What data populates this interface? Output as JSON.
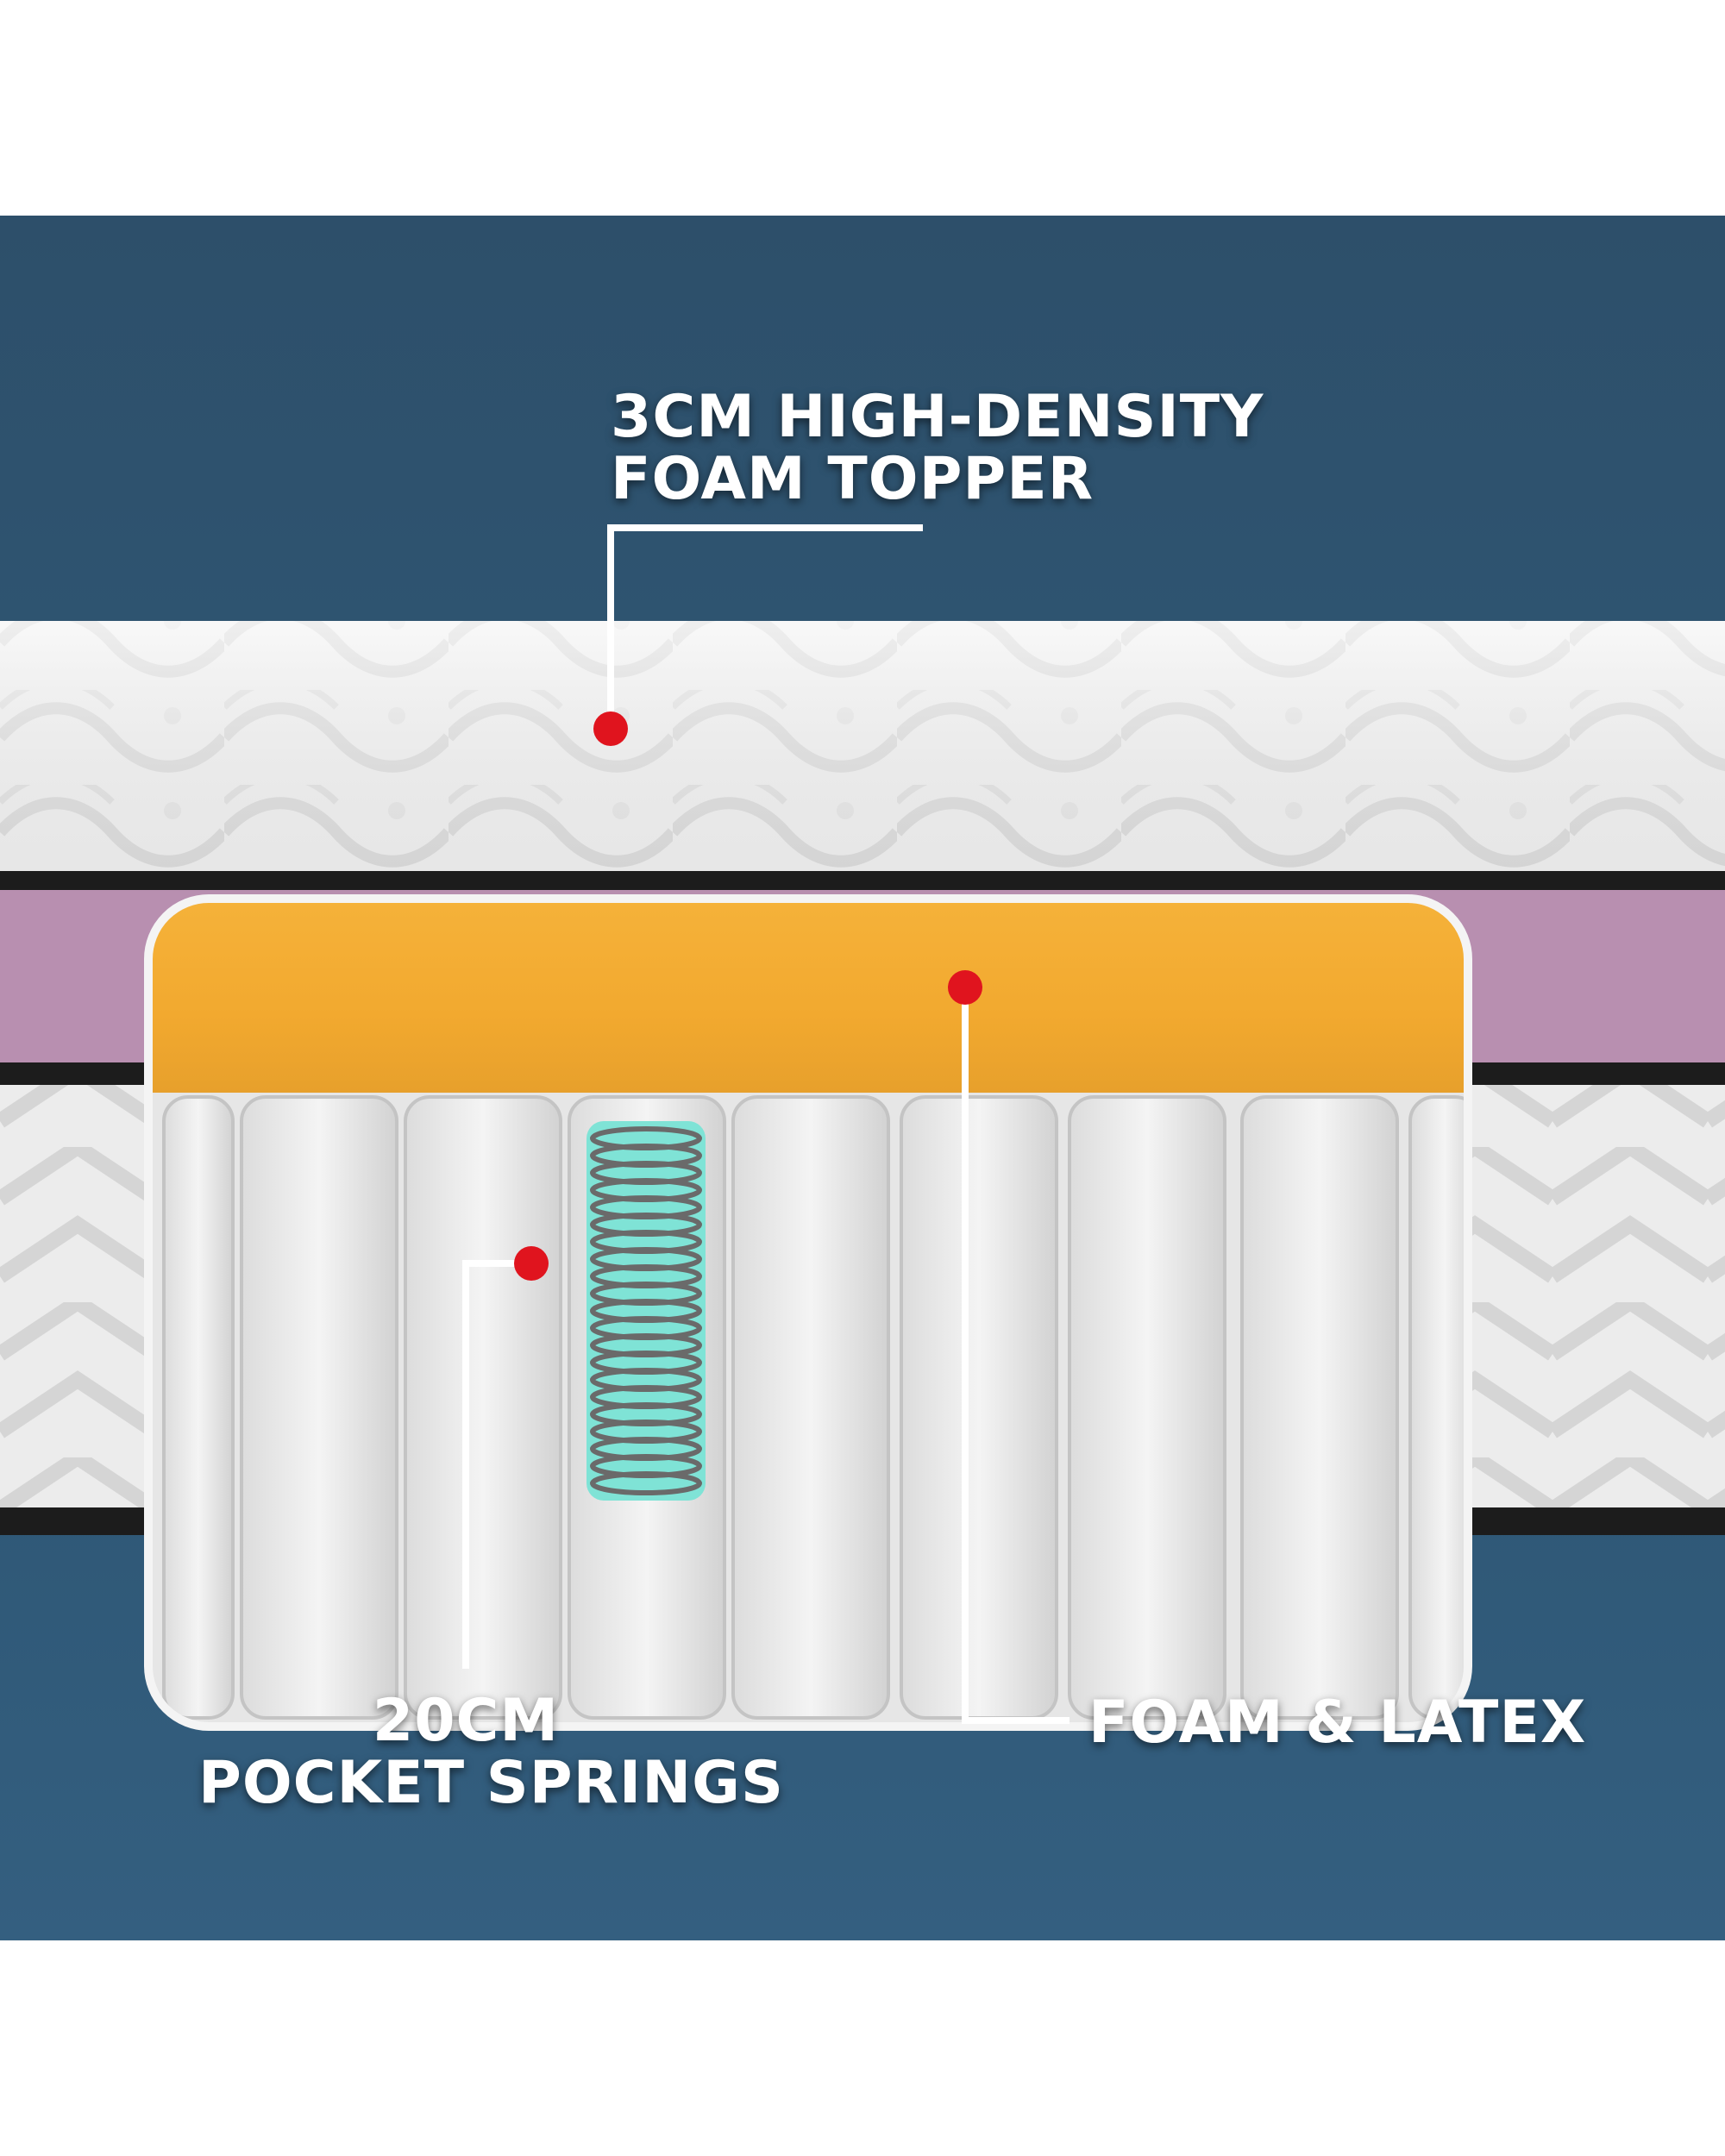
{
  "callouts": {
    "topper": {
      "line1": "3CM HIGH-DENSITY",
      "line2": "FOAM TOPPER"
    },
    "springs": {
      "line1": "20CM",
      "line2": "POCKET SPRINGS"
    },
    "foam": {
      "line1": "FOAM & LATEX"
    }
  },
  "colors": {
    "background": "#2f5876",
    "topper": "#f1f1f1",
    "foam_latex": "#f2a930",
    "side_band": "#b88fb0",
    "spring_core": "#e9e9e9",
    "spring_highlight": "#7fe3d6",
    "marker": "#e0141e",
    "leader_line": "#ffffff"
  }
}
